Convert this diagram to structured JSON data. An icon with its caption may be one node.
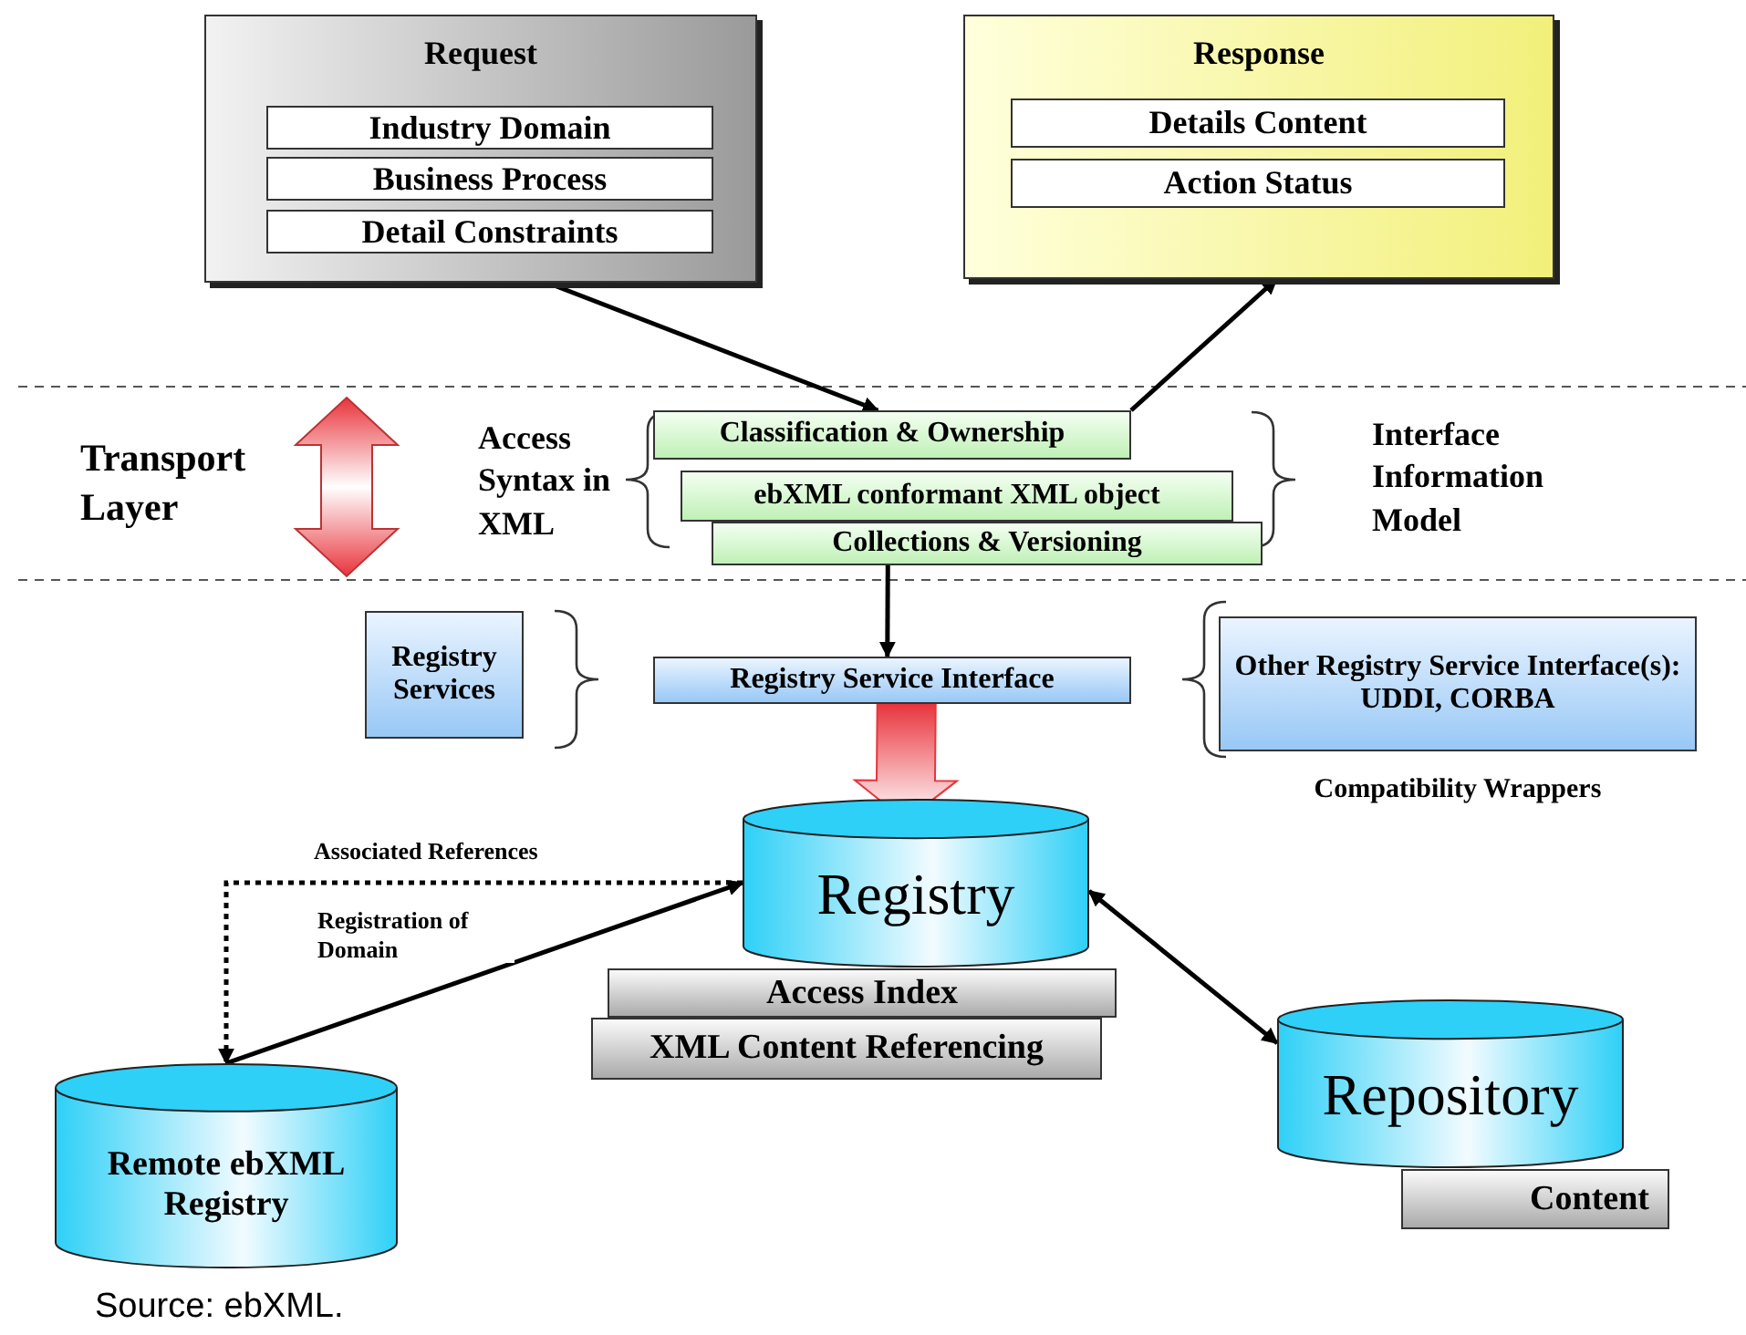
{
  "diagram": {
    "caption": "Source: ebXML.",
    "nodes": [
      {
        "text": [
          "Request"
        ]
      },
      {
        "text": [
          "Industry Domain"
        ],
        "in": 0
      },
      {
        "text": [
          "Business Process"
        ],
        "in": 0
      },
      {
        "text": [
          "Detail Constraints"
        ],
        "in": 0
      },
      {
        "text": [
          "Response"
        ]
      },
      {
        "text": [
          "Details Content"
        ],
        "in": 4
      },
      {
        "text": [
          "Action Status"
        ],
        "in": 4
      },
      {
        "text": [
          "Classification & Ownership"
        ]
      },
      {
        "text": [
          "ebXML conformant XML object"
        ]
      },
      {
        "text": [
          "Collections & Versioning"
        ]
      },
      {
        "text": [
          "Registry Services"
        ]
      },
      {
        "text": [
          "Registry Service Interface"
        ]
      },
      {
        "text": [
          "Other Registry Service Interface(s): UDDI, CORBA"
        ],
        "beside": [
          "Compatibility Wrappers"
        ]
      },
      {
        "text": [
          "Registry"
        ]
      },
      {
        "text": [
          "Access Index"
        ]
      },
      {
        "text": [
          "XML Content Referencing"
        ]
      },
      {
        "text": [
          "Remote ebXML Registry"
        ]
      },
      {
        "text": [
          "Repository"
        ]
      },
      {
        "text": [
          "Content"
        ]
      }
    ],
    "edges": [
      {
        "from": 0,
        "to": 7,
        "arrow": "to"
      },
      {
        "from": 7,
        "to": 4,
        "arrow": "to"
      },
      {
        "from": 9,
        "to": 11,
        "arrow": "to"
      },
      {
        "from": 11,
        "to": 13,
        "arrow": "to",
        "style": "thick",
        "color": "#e8343c"
      },
      {
        "from": 13,
        "to": 16,
        "arrow": "to",
        "style": "dashed",
        "label": "Associated References"
      },
      {
        "from": 16,
        "to": 13,
        "arrow": "to",
        "label": "Registration of Domain"
      },
      {
        "from": 13,
        "to": 17,
        "arrow": "both"
      }
    ],
    "labels": [
      "Transport Layer",
      "Access Syntax in XML",
      "Interface Information Model"
    ]
  }
}
